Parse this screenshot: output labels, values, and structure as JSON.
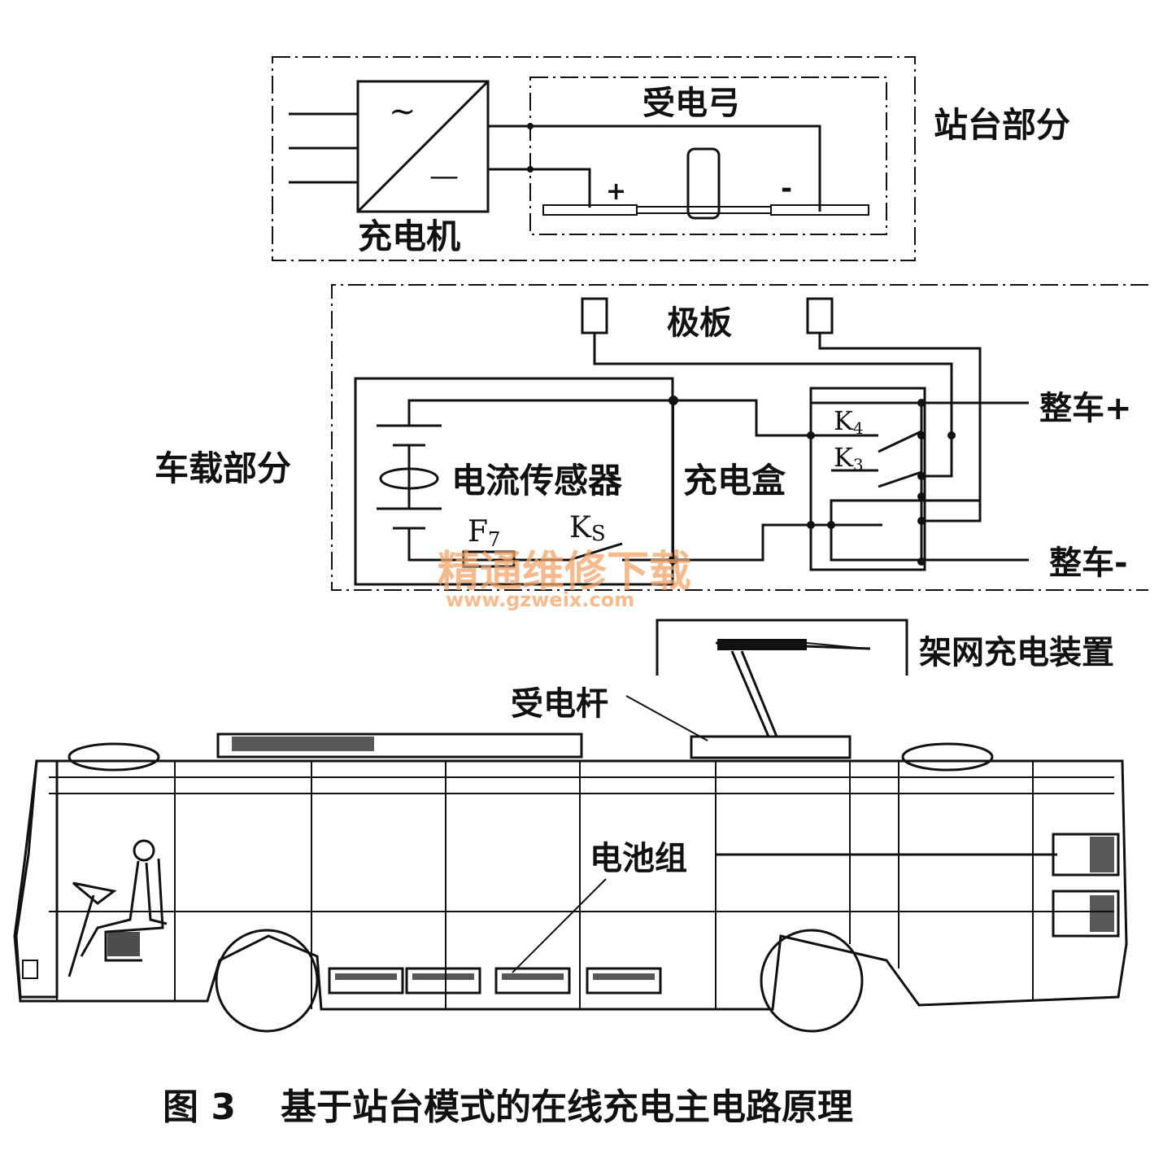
{
  "labels": {
    "station_section": "站台部分",
    "pantograph": "受电弓",
    "charger": "充电机",
    "charger_ac": "~",
    "charger_dc": "—",
    "plus_sign": "+",
    "minus_sign": "-",
    "vehicle_section": "车载部分",
    "pole_plate": "极板",
    "current_sensor": "电流传感器",
    "charging_box": "充电盒",
    "f7": "F",
    "f7_sub": "7",
    "ks": "K",
    "ks_sub": "S",
    "k4": "K",
    "k4_sub": "4",
    "k3": "K",
    "k3_sub": "3",
    "vehicle_plus": "整车+",
    "vehicle_minus": "整车-",
    "overhead_device": "架网充电装置",
    "trolley_pole": "受电杆",
    "battery_pack": "电池组"
  },
  "watermark": {
    "text": "精通维修下载",
    "url": "www.gzweix.com"
  },
  "caption": {
    "number": "图 3",
    "title": "基于站台模式的在线充电主电路原理"
  }
}
